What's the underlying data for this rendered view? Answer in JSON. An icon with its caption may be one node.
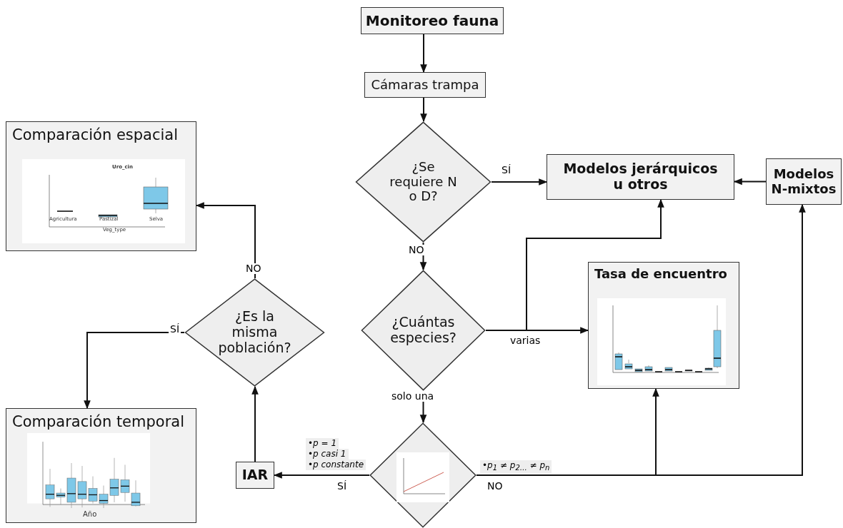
{
  "diagram": {
    "nodes": [
      {
        "text": [
          "Monitoreo fauna"
        ]
      },
      {
        "text": [
          "Cámaras trampa"
        ]
      },
      {
        "text": [
          "¿Se requiere N o D?"
        ]
      },
      {
        "text": [
          "Modelos jerárquicos u otros"
        ]
      },
      {
        "text": [
          "Modelos N-mixtos"
        ]
      },
      {
        "text": [
          "¿Cuántas especies?"
        ]
      },
      {
        "text": [
          "Tasa de encuentro"
        ]
      },
      {
        "text": [],
        "shape": "diamond",
        "beside": [
          "•p = 1",
          "•p casi 1",
          "•p constante",
          "•p$_{1}$ ≠ p$_{2…}$ ≠ p$_{n}$"
        ]
      },
      {
        "text": [
          "IAR"
        ]
      },
      {
        "text": [
          "¿Es la misma población?"
        ]
      },
      {
        "text": [
          "Comparación espacial"
        ]
      },
      {
        "text": [
          "Comparación temporal"
        ]
      }
    ],
    "edges": [
      {
        "from": 0,
        "to": 1,
        "arrow": "to"
      },
      {
        "from": 1,
        "to": 2,
        "arrow": "to"
      },
      {
        "from": 2,
        "to": 3,
        "arrow": "to",
        "label": "SÍ"
      },
      {
        "from": 2,
        "to": 5,
        "arrow": "to",
        "label": "NO"
      },
      {
        "from": 4,
        "to": 3,
        "arrow": "to"
      },
      {
        "from": 5,
        "to": 6,
        "arrow": "to",
        "label": "varias"
      },
      {
        "from": 5,
        "to": 3,
        "arrow": "to"
      },
      {
        "from": 5,
        "to": 7,
        "arrow": "to",
        "label": "solo una"
      },
      {
        "from": 7,
        "to": 8,
        "arrow": "to",
        "label": "SÍ"
      },
      {
        "from": 7,
        "to": 6,
        "arrow": "to",
        "label": "NO"
      },
      {
        "from": 7,
        "to": 4,
        "arrow": "to"
      },
      {
        "from": 8,
        "to": 9,
        "arrow": "to"
      },
      {
        "from": 9,
        "to": 10,
        "arrow": "to",
        "label": "NO"
      },
      {
        "from": 9,
        "to": 11,
        "arrow": "to",
        "label": "SÍ"
      }
    ],
    "labels": [
      "Uro_cin",
      "Agricultura",
      "Pastizal",
      "Selva",
      "Veg_type",
      "Año"
    ]
  }
}
